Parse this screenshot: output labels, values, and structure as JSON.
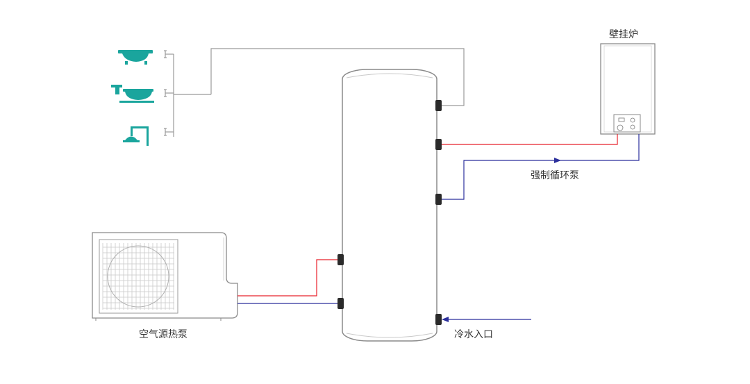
{
  "labels": {
    "wall_boiler": "壁挂炉",
    "circulation_pump": "强制循环泵",
    "air_source_heat_pump": "空气源热泵",
    "cold_water_inlet": "冷水入口"
  },
  "colors": {
    "hot_pipe": "#e8202a",
    "cold_pipe": "#2b2f9c",
    "supply_pipe": "#9a9a9a",
    "fixture": "#1aa59d",
    "outline": "#8a8a8a",
    "tank_fill": "#ffffff",
    "fitting": "#2a2a2a"
  },
  "icons": {
    "fixtures": [
      "bathtub-icon",
      "washbasin-icon",
      "shower-icon"
    ],
    "devices": [
      "storage-tank-icon",
      "wall-boiler-icon",
      "heat-pump-unit-icon",
      "fan-grille-icon"
    ]
  }
}
